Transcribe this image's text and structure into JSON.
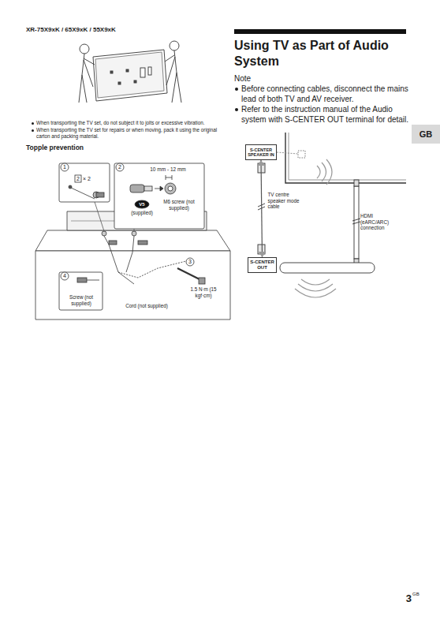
{
  "diagram": {
    "title": "Using TV as Part of Audio System",
    "nodes": [
      {
        "text": [
          "GB"
        ]
      },
      {
        "text": [
          "S-CENTER SPEAKER IN"
        ]
      },
      {
        "text": [
          "S-CENTER OUT"
        ]
      }
    ],
    "edges": [
      {
        "from": 1,
        "to": 2,
        "arrow": "both",
        "label": "TV centre speaker mode cable"
      }
    ],
    "labels": [
      "XR-75X9xK / 65X9xK / 55X9xK",
      "When transporting the TV set, do not subject it to jolts or excessive vibration.",
      "When transporting the TV set for repairs or when moving, pack it using the original carton and packing material.",
      "Topple prevention",
      "1",
      "2",
      "2",
      "× 2",
      "10 mm - 12 mm",
      "V5",
      "(supplied)",
      "M6 screw (not supplied)",
      "3",
      "4",
      "Screw (not supplied)",
      "1.5 N·m (15 kgf·cm)",
      "Cord (not supplied)",
      "Note",
      "Before connecting cables, disconnect the mains lead of both TV and AV receiver.",
      "Refer to the instruction manual of the Audio system with S-CENTER OUT terminal for detail.",
      "HDMI (eARC/ARC) connection",
      "3",
      "GB"
    ]
  }
}
